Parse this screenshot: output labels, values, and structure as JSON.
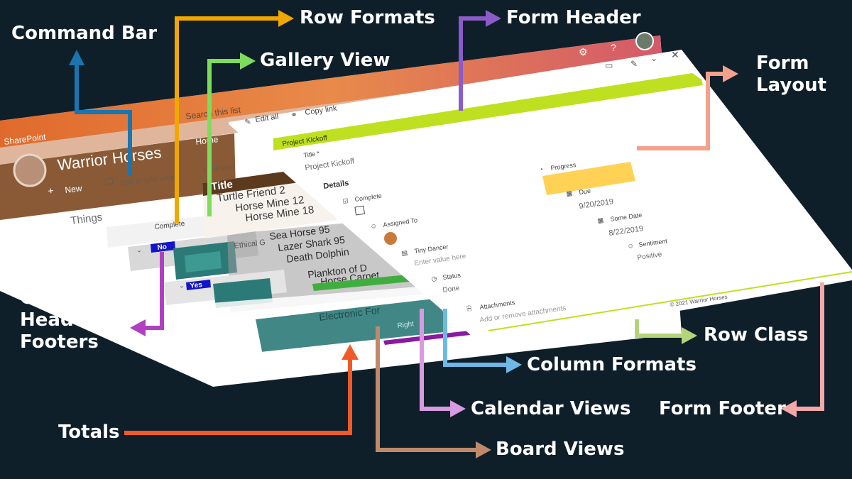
{
  "callouts": {
    "command_bar": "Command Bar",
    "row_formats": "Row Formats",
    "gallery_view": "Gallery View",
    "form_header": "Form Header",
    "form_layout": [
      "Form",
      "Layout"
    ],
    "group_headers_footers": [
      "Group",
      "Headers &",
      "Footers"
    ],
    "row_class": "Row Class",
    "column_formats": "Column Formats",
    "calendar_views": "Calendar Views",
    "form_footer": "Form Footer",
    "totals": "Totals",
    "board_views": "Board Views"
  },
  "sharepoint": {
    "brand": "SharePoint",
    "site_title": "Warrior Horses",
    "nav_home": "Home",
    "search_placeholder": "Search this list",
    "new_button": "New",
    "edit_grid_button": "Edit in grid view",
    "share_button": "Share",
    "list_title": "Things",
    "column_complete": "Complete",
    "group_no": "No",
    "group_yes": "Yes"
  },
  "gallery": {
    "header": "Title",
    "items": [
      "Turtle Friend 2",
      "Horse Mine 12",
      "Horse Mine 18"
    ]
  },
  "list_rows": [
    "Sea Horse 95",
    "Lazer Shark 95",
    "Death Dolphin",
    "Plankton of D",
    "Horse Carnet"
  ],
  "list_col_label": "Ethical G",
  "board_text": "Electronic For",
  "board_subtext": "Right",
  "form": {
    "edit_all": "Edit all",
    "copy_link": "Copy link",
    "header_title": "Project Kickoff",
    "title_label": "Title *",
    "title_value": "Project Kickoff",
    "details_label": "Details",
    "complete_label": "Complete",
    "assigned_label": "Assigned To",
    "tiny_dancer_label": "Tiny Dancer",
    "tiny_dancer_placeholder": "Enter value here",
    "status_label": "Status",
    "status_value": "Done",
    "attachments_label": "Attachments",
    "attachments_link": "Add or remove attachments",
    "progress_label": "Progress",
    "due_label": "Due",
    "due_value": "9/20/2019",
    "some_date_label": "Some Date",
    "some_date_value": "8/22/2019",
    "sentiment_label": "Sentiment",
    "sentiment_value": "Positive",
    "footer_text": "© 2021 Warrior Horses"
  },
  "colors": {
    "background": "#0f1f2a",
    "command_bar_arrow": "#1a75b0",
    "row_formats_arrow": "#f0a800",
    "gallery_view_arrow": "#7ddc5c",
    "form_header_arrow": "#8b5cc9",
    "form_layout_arrow": "#f5a08a",
    "group_headers_arrow": "#b040c0",
    "row_class_arrow": "#b4d47a",
    "column_formats_arrow": "#6eb8e8",
    "calendar_views_arrow": "#d89ae0",
    "form_footer_arrow": "#f3a8a8",
    "totals_arrow": "#f05a28",
    "board_views_arrow": "#c08a6a",
    "form_header_bar": "#bfe020",
    "progress_fill": "#ffd155",
    "sharepoint_band": "#e06a2c",
    "suite_bar": "#8a5a36",
    "group_header_badge": "#1414c8"
  },
  "icons": [
    "settings-icon",
    "help-icon",
    "close-icon",
    "chevron-down-icon",
    "edit-icon",
    "link-icon",
    "grid-icon",
    "share-icon",
    "plus-icon",
    "comment-icon",
    "calendar-icon",
    "person-icon",
    "checkbox-icon",
    "paperclip-icon"
  ]
}
